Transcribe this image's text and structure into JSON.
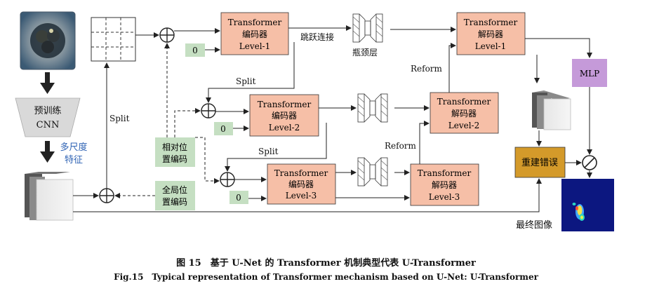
{
  "colors": {
    "transformer_box": "#f6bfa7",
    "green_box": "#c5dfc2",
    "mlp_box": "#c59ad9",
    "error_box": "#d49a2a",
    "arrow": "#222222",
    "blue_text": "#2f63b4",
    "funnel_fill": "#d9d9d9",
    "heatmap_bg": "#0c1780"
  },
  "encoders": [
    {
      "title": "Transformer",
      "subtitle": "编码器",
      "level": "Level-1"
    },
    {
      "title": "Transformer",
      "subtitle": "编码器",
      "level": "Level-2"
    },
    {
      "title": "Transformer",
      "subtitle": "编码器",
      "level": "Level-3"
    }
  ],
  "decoders": [
    {
      "title": "Transformer",
      "subtitle": "解码器",
      "level": "Level-1"
    },
    {
      "title": "Transformer",
      "subtitle": "解码器",
      "level": "Level-2"
    },
    {
      "title": "Transformer",
      "subtitle": "解码器",
      "level": "Level-3"
    }
  ],
  "zero_inputs": [
    "0",
    "0",
    "0"
  ],
  "labels": {
    "skip_connection": "跳跃连接",
    "bottleneck": "瓶颈层",
    "split": "Split",
    "reform": "Reform",
    "cnn_line1": "预训练",
    "cnn_line2": "CNN",
    "multiscale_line1": "多尺度",
    "multiscale_line2": "特征",
    "relative_pos_line1": "相对位",
    "relative_pos_line2": "置编码",
    "global_pos_line1": "全局位",
    "global_pos_line2": "置编码",
    "reconstruction_error": "重建错误",
    "mlp": "MLP",
    "final_image": "最终图像"
  },
  "caption": {
    "cn": "图 15　基于 U-Net 的 Transformer 机制典型代表 U-Transformer",
    "en": "Fig.15　Typical representation of Transformer mechanism based on U-Net: U-Transformer"
  }
}
